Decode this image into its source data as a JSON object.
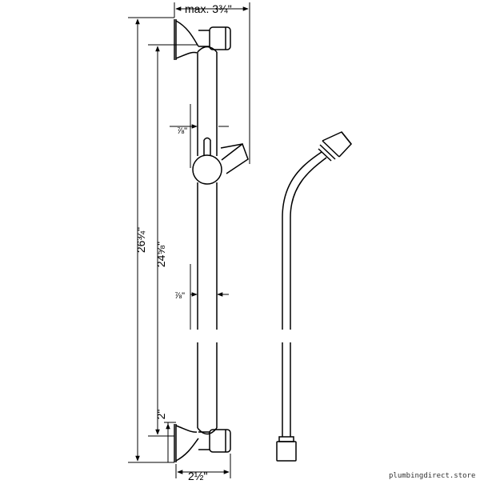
{
  "drawing": {
    "dimensions": {
      "overall_height": "26¾\"",
      "bracket_to_bracket": "24⅝\"",
      "max_projection": "max. 3¾\"",
      "bar_diameter_top": "⅞\"",
      "bar_diameter_mid": "⅞\"",
      "bracket_height": "2\"",
      "bracket_depth": "2½\""
    },
    "watermark": "plumbingdirect.store"
  }
}
